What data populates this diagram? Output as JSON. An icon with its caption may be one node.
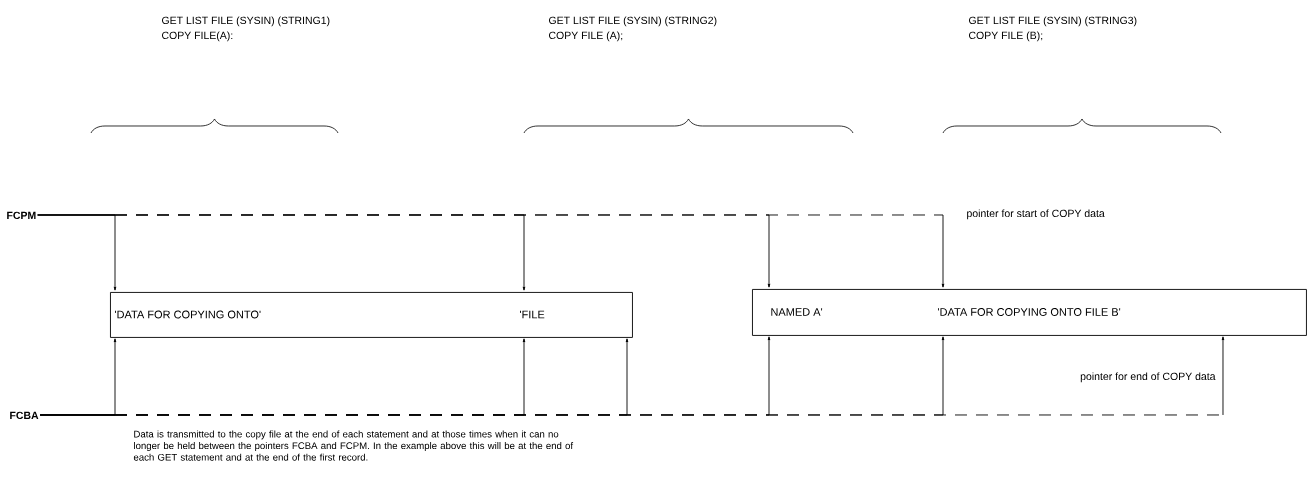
{
  "diagram": {
    "nodes": [
      {
        "text": [
          "FCPM"
        ]
      },
      {
        "text": [
          "FCBA"
        ]
      },
      {
        "text": [
          "'DATA FOR COPYING ONTO'",
          "'FILE"
        ]
      },
      {
        "text": [
          "NAMED A'",
          "'DATA FOR COPYING ONTO FILE B'"
        ]
      }
    ],
    "edges": [
      {
        "from": 0,
        "to": 2,
        "arrow": "to"
      },
      {
        "from": 0,
        "to": 2,
        "arrow": "to",
        "style": "dashed"
      },
      {
        "from": 0,
        "to": 3,
        "arrow": "to",
        "style": "dashed"
      },
      {
        "from": 0,
        "to": 3,
        "arrow": "to",
        "style": "dashed"
      },
      {
        "from": 1,
        "to": 2,
        "arrow": "to"
      },
      {
        "from": 1,
        "to": 2,
        "arrow": "to",
        "style": "dashed"
      },
      {
        "from": 1,
        "to": 2,
        "arrow": "to",
        "style": "dashed"
      },
      {
        "from": 1,
        "to": 3,
        "arrow": "to",
        "style": "dashed"
      },
      {
        "from": 1,
        "to": 3,
        "arrow": "to",
        "style": "dashed"
      },
      {
        "from": 1,
        "to": 3,
        "arrow": "to",
        "style": "dashed"
      }
    ],
    "labels": [
      "GET LIST FILE (SYSIN) (STRING1)",
      "COPY FILE(A):",
      "GET LIST FILE (SYSIN) (STRING2)",
      "COPY FILE (A);",
      "GET LIST FILE (SYSIN) (STRING3)",
      "COPY FILE (B);",
      "pointer for start of COPY data",
      "pointer for end of COPY data",
      "Data is transmitted to the copy file at the end of each statement and at those times when it can no longer be held between the pointers FCBA and FCPM. In the example above this will be at the end of each GET statement and at the end of the first record."
    ]
  }
}
